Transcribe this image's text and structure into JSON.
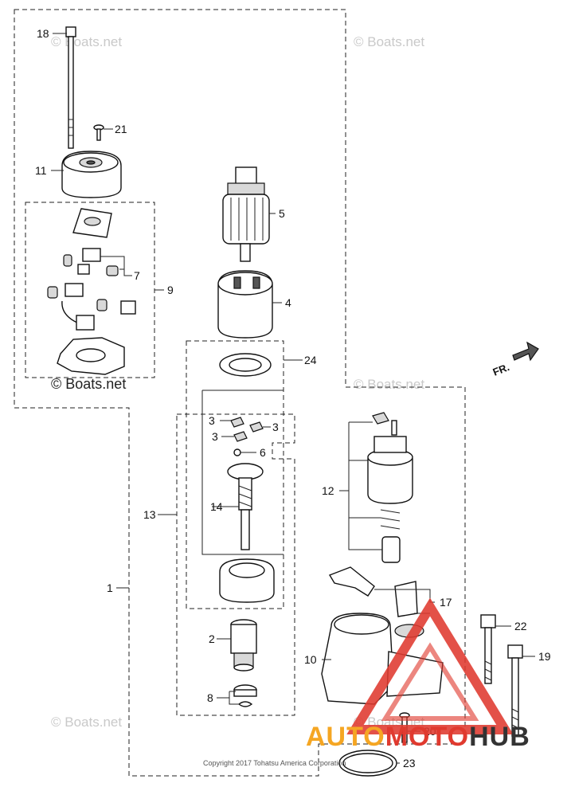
{
  "watermarks": [
    "© Boats.net",
    "© Boats.net",
    "© Boats.net",
    "© Boats.net",
    "© Boats.net"
  ],
  "brush_watermark": "© Boats.net",
  "direction_label": "FR.",
  "copyright": "Copyright 2017 Tohatsu America Corporation",
  "brand": {
    "part1": "AUTO",
    "part2": "MOTO",
    "part3": "HUB",
    "color_main": "#f5a623",
    "color_mid": "#e03a2f",
    "color_end": "#333333"
  },
  "callouts": {
    "c18": "18",
    "c21": "21",
    "c11": "11",
    "c5": "5",
    "c7": "7",
    "c9": "9",
    "c4": "4",
    "c24": "24",
    "c3a": "3",
    "c3b": "3",
    "c3c": "3",
    "c6": "6",
    "c12": "12",
    "c13": "13",
    "c14": "14",
    "c1": "1",
    "c17": "17",
    "c22": "22",
    "c2": "2",
    "c10": "10",
    "c19": "19",
    "c8": "8",
    "c20": "20",
    "c23": "23"
  }
}
